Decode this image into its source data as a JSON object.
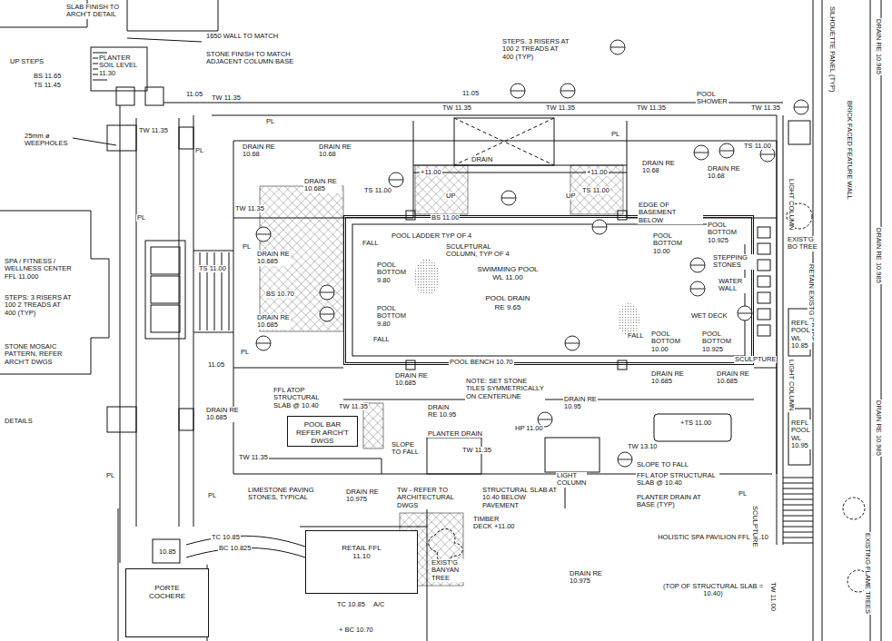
{
  "diagram": {
    "nodes": [
      {
        "text": [
          "SWIMMING POOL WL 11.00",
          "POOL DRAIN RE 9.65"
        ]
      },
      {
        "text": [
          "POOL BAR REFER ARCH'T DWGS"
        ]
      },
      {
        "text": [
          "RETAIL FFL 11.10"
        ]
      },
      {
        "text": [
          "PORTE COCHERE"
        ]
      }
    ],
    "labels": [
      "SLAB FINISH TO ARCH'T DETAIL",
      "UP STEPS",
      "BS 11.65",
      "TS 11.45",
      "PLANTER SOIL LEVEL 11.30",
      "1650 WALL TO MATCH",
      "STONE FINISH TO MATCH ADJACENT COLUMN BASE",
      "11.05",
      "TW 11.35",
      "25mm ø WEEPHOLES",
      "TW 11.35",
      "STEPS. 3 RISERS AT 100 2 TREADS AT 400 (TYP)",
      "11.05",
      "TW 11.35",
      "TW 11.35",
      "DRAIN",
      "TW 11.35",
      "POOL SHOWER",
      "TW 11.35",
      "SILHOUETTE PANEL (TYP)",
      "BRICK FACED FEATURE WALL",
      "DRAIN RE 10.68",
      "DRAIN RE 10.68",
      "DRAIN RE 10.685",
      "TW 11.35",
      "+11.00",
      "BS 11.00",
      "UP",
      "UP",
      "+11.00",
      "TS 11.00",
      "TS 11.00",
      "DRAIN RE 10.68",
      "DRAIN RE 10.68",
      "TS 11.00",
      "EDGE OF BASEMENT BELOW",
      "POOL LADDER TYP OF 4",
      "SCULPTURAL COLUMN, TYP OF 4",
      "FALL",
      "POOL BOTTOM 9.80",
      "POOL BOTTOM 9.80",
      "FALL",
      "POOL BOTTOM 10.00",
      "POOL BOTTOM 10.925",
      "STEPPING STONES",
      "WATER WALL",
      "WET DECK",
      "FALL",
      "POOL BOTTOM 10.00",
      "POOL BOTTOM 10.925",
      "SCULPTURE",
      "POOL BENCH 10.70",
      "LIGHT COLUMN",
      "EXIST'G BO TREE",
      "RETAIN EXISTG GRADE",
      "REFL POOL WL 10.85",
      "LIGHT COLUMN",
      "REFL POOL WL 10.95",
      "SPA / FITNESS / WELLNESS CENTER FFL 11.000",
      "STEPS: 3 RISERS AT 100 2 TREADS AT 400 (TYP)",
      "STONE MOSAIC PATTERN, REFER ARCH'T DWGS",
      "TS 11.00",
      "BS 10.70",
      "DRAIN RE 10.685",
      "DRAIN RE 10.685",
      "11.05",
      "DETAILS",
      "FFL ATOP STRUCTURAL SLAB @ 10.40",
      "DRAIN RE 10.685",
      "DRAIN RE 10.685",
      "TW 11.35",
      "DRAIN RE 10.95",
      "NOTE: SET STONE TILES SYMMETRICALLY ON CENTERLINE",
      "DRAIN RE 10.95",
      "DRAIN RE 10.685",
      "DRAIN RE 10.685",
      "PLANTER DRAIN",
      "SLOPE TO FALL",
      "TW 11.35",
      "TW 11.35",
      "HP 11.00",
      "+TS 11.00",
      "TW 13.10",
      "LIGHT COLUMN",
      "SLOPE TO FALL",
      "FFL ATOP STRUCTURAL SLAB @ 10.40",
      "PLANTER DRAIN AT BASE (TYP)",
      "LIMESTONE PAVING STONES, TYPICAL",
      "DRAIN RE 10.975",
      "TW - REFER TO ARCHITECTURAL DWGS",
      "STRUCTURAL SLAB AT 10.40 BELOW PAVEMENT",
      "TIMBER DECK +11.00",
      "EXIST'G BANYAN TREE",
      "DRAIN RE 10.975",
      "HOLISTIC SPA PAVILION FFL 11.10",
      "(TOP OF STRUCTURAL SLAB = 10.40)",
      "10.85",
      "TC 10.85",
      "BC 10.825",
      "TC 10.85",
      "A/C",
      "+ BC 10.70",
      "SCULPTURE",
      "TW 11.00",
      "EXISTING FLAME TREES",
      "DRAIN RE 10.985",
      "DRAIN RE 10.985",
      "DRAIN RE 10.985",
      "PL",
      "PL",
      "PL",
      "PL",
      "PL",
      "PL",
      "PL",
      "PL",
      "PL"
    ]
  }
}
